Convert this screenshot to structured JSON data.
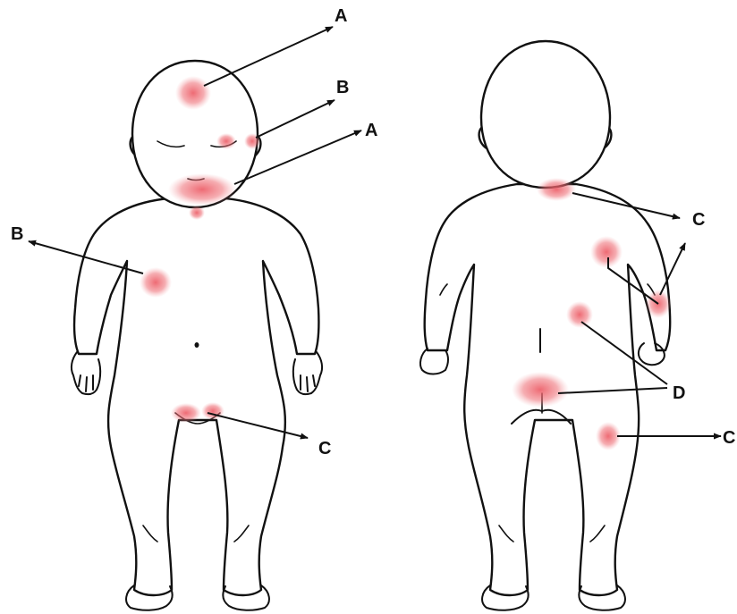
{
  "colors": {
    "rash": "#ec5a64",
    "outline": "#111111",
    "background": "#ffffff"
  },
  "labels": {
    "front_head_a": "A",
    "front_cheek_b": "B",
    "front_chin_a": "A",
    "front_chest_b": "B",
    "front_groin_c": "C",
    "back_neck_c": "C",
    "back_arm_c": "C",
    "back_trunk_d": "D",
    "back_thigh_c": "C"
  }
}
